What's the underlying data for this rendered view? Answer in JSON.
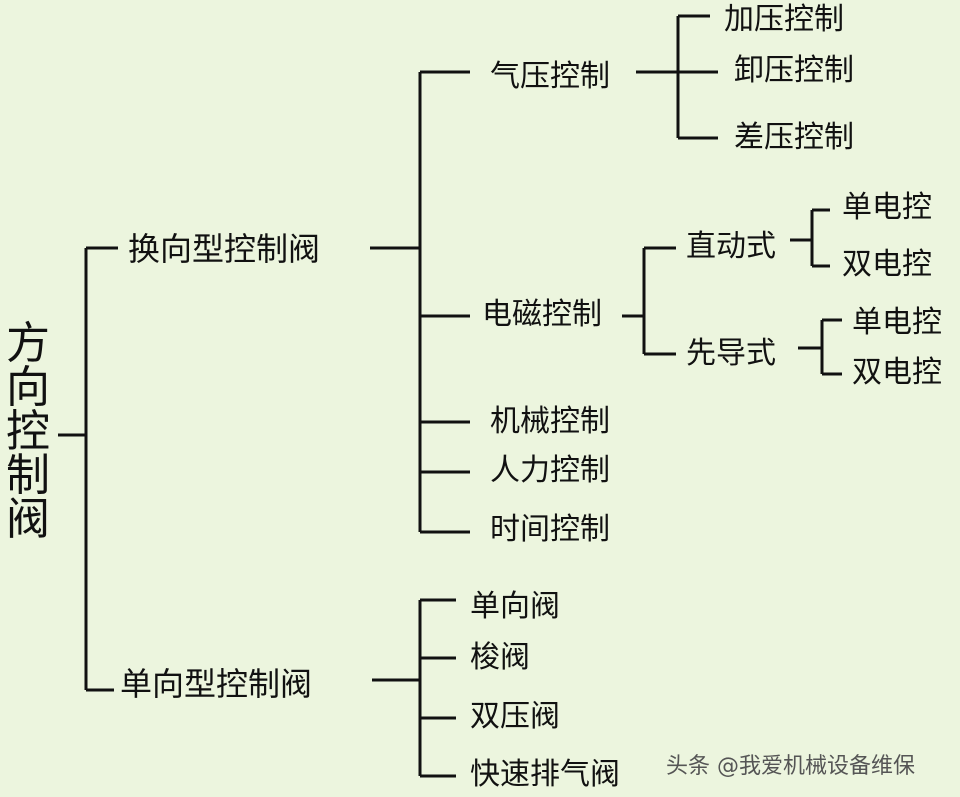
{
  "root": "方向控制阀",
  "branches": {
    "reversing": {
      "label": "换向型控制阀",
      "pneumatic": {
        "label": "气压控制",
        "items": [
          "加压控制",
          "卸压控制",
          "差压控制"
        ]
      },
      "electromagnetic": {
        "label": "电磁控制",
        "direct": {
          "label": "直动式",
          "items": [
            "单电控",
            "双电控"
          ]
        },
        "pilot": {
          "label": "先导式",
          "items": [
            "单电控",
            "双电控"
          ]
        }
      },
      "mechanical": {
        "label": "机械控制"
      },
      "manual": {
        "label": "人力控制"
      },
      "time": {
        "label": "时间控制"
      }
    },
    "one_way": {
      "label": "单向型控制阀",
      "items": [
        "单向阀",
        "梭阀",
        "双压阀",
        "快速排气阀"
      ]
    }
  },
  "watermark": "头条 @我爱机械设备维保"
}
